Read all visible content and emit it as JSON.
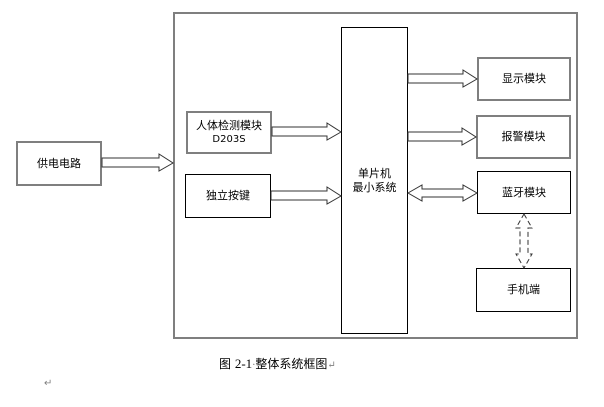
{
  "diagram": {
    "title_caption": {
      "prefix": "图",
      "number": "2-1",
      "separator": "·",
      "text": "整体系统框图",
      "return_mark": "↵"
    },
    "paragraph_mark": "↵",
    "blocks": {
      "power": {
        "label": "供电电路"
      },
      "human_detect": {
        "label_line1": "人体检测模块",
        "label_line2": "D203S"
      },
      "key": {
        "label": "独立按键"
      },
      "mcu": {
        "label_line1": "单片机",
        "label_line2": "最小系统"
      },
      "display": {
        "label": "显示模块"
      },
      "alarm": {
        "label": "报警模块"
      },
      "bluetooth": {
        "label": "蓝牙模块"
      },
      "phone": {
        "label": "手机端"
      }
    },
    "connections": [
      {
        "from": "power",
        "to": "system",
        "type": "single-arrow"
      },
      {
        "from": "human_detect",
        "to": "mcu",
        "type": "single-arrow"
      },
      {
        "from": "key",
        "to": "mcu",
        "type": "single-arrow"
      },
      {
        "from": "mcu",
        "to": "display",
        "type": "single-arrow"
      },
      {
        "from": "mcu",
        "to": "alarm",
        "type": "single-arrow"
      },
      {
        "from": "mcu",
        "to": "bluetooth",
        "type": "double-arrow"
      },
      {
        "from": "bluetooth",
        "to": "phone",
        "type": "dashed-double-arrow"
      }
    ]
  }
}
